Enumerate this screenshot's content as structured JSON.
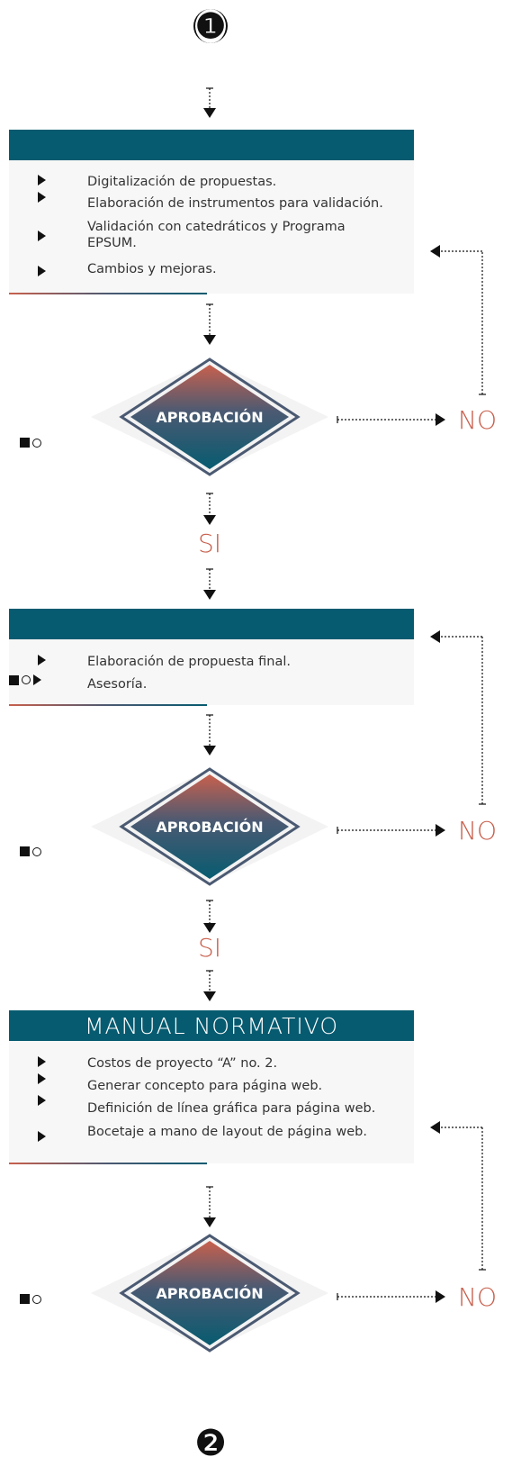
{
  "badges": {
    "start": "❶",
    "end": "❷"
  },
  "stage1": {
    "header": "",
    "items": [
      "Digitalización de propuestas.",
      "Elaboración de instrumentos para validación.",
      "Validación con catedráticos y Programa EPSUM.",
      "Cambios y mejoras."
    ]
  },
  "stage2": {
    "header": "",
    "items": [
      "Elaboración de propuesta final.",
      "Asesoría."
    ]
  },
  "stage3": {
    "header": "MANUAL NORMATIVO",
    "items": [
      "Costos de proyecto “A” no. 2.",
      "Generar concepto para página web.",
      "Definición de línea gráfica para página web.",
      "Bocetaje a mano de layout de página web."
    ]
  },
  "decision_label": "APROBACIÓN",
  "yes_label": "SI",
  "no_label": "NO",
  "colors": {
    "teal": "#075b70",
    "coral": "#c8604d",
    "slate": "#4b5a72"
  }
}
